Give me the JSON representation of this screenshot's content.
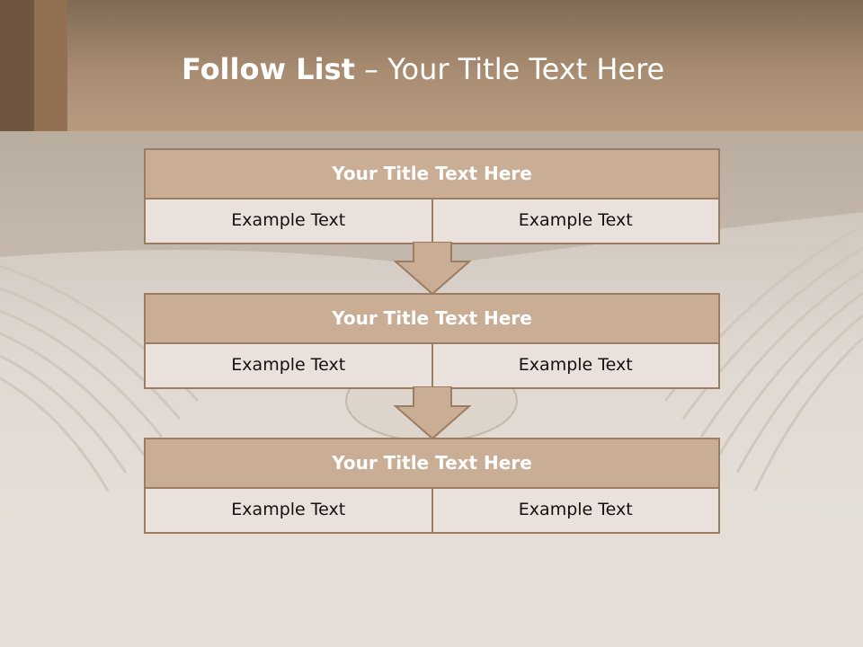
{
  "slide": {
    "title_bold": "Follow List",
    "title_rest": " – Your Title Text Here"
  },
  "blocks": [
    {
      "title": "Your Title Text Here",
      "left": "Example Text",
      "right": "Example Text"
    },
    {
      "title": "Your Title Text Here",
      "left": "Example Text",
      "right": "Example Text"
    },
    {
      "title": "Your Title Text Here",
      "left": "Example Text",
      "right": "Example Text"
    }
  ],
  "colors": {
    "header": "#a98d72",
    "block_title_fill": "#c9ad95",
    "block_cell_fill": "#ebe1dc",
    "border": "#9c7d63"
  },
  "icons": [
    "down-arrow-icon"
  ]
}
